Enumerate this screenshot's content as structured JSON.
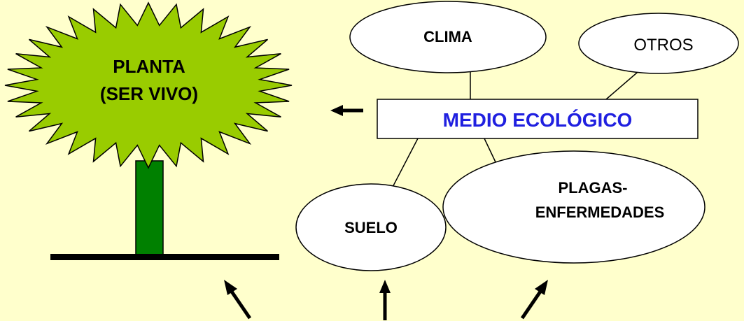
{
  "plant": {
    "line1": "PLANTA",
    "line2": "(SER VIVO)"
  },
  "center": {
    "label": "MEDIO ECOLÓGICO",
    "color": "#2020e0"
  },
  "nodes": {
    "clima": "CLIMA",
    "otros": "OTROS",
    "suelo": "SUELO",
    "plagas_line1": "PLAGAS-",
    "plagas_line2": "ENFERMEDADES"
  },
  "colors": {
    "background": "#ffffcc",
    "canopy": "#99cc00",
    "trunk": "#008000",
    "ground": "#000000"
  }
}
